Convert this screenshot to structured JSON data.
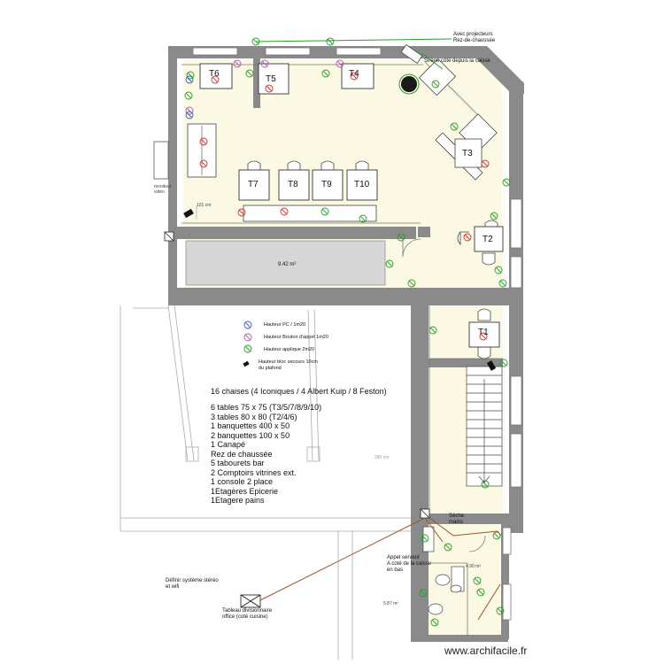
{
  "tables": {
    "T1": "T1",
    "T2": "T2",
    "T3": "T3",
    "T4": "T4",
    "T5": "T5",
    "T6": "T6",
    "T7": "T7",
    "T8": "T8",
    "T9": "T9",
    "T10": "T10"
  },
  "areas": {
    "storage": "9.42 m²",
    "restroom": "4.90 m²",
    "office": "5.87 m²"
  },
  "annotations": {
    "projectors_line1": "Avec projecteurs",
    "projectors_line2": "Rez-de-chaussée",
    "siren": "Sirène côté depuis la caisse",
    "monitor_line1": "moniteur",
    "monitor_line2": "vidéo",
    "dimension": "101 cm",
    "dim_vertical": "280 cm",
    "dryer_line1": "Sèche",
    "dryer_line2": "mains",
    "call_line1": "Appel serveur",
    "call_line2": "A coté de la caisse",
    "call_line3": "en bas",
    "stereo_line1": "Définir système stéréo",
    "stereo_line2": "et wifi",
    "panel_line1": "Tableau divisionnaire",
    "panel_line2": "office (coté cuisine)"
  },
  "legend": {
    "pc_height": "Hauteur PC / 1m20",
    "call_button_height": "Hauteur Bouton d'appel 1m20",
    "wall_light_height": "Hauteur applique 2m20",
    "emergency_line1": "Hauteur bloc secours 10cm",
    "emergency_line2": "du plafond"
  },
  "notes": {
    "chairs_line": "16 chaises (4 Iconiques / 4 Albert Kuip / 8 Feston)",
    "items": [
      "6 tables 75 x 75 (T3/5/7/8/9/10)",
      "3 tables 80 x 80 (T2/4/6)",
      "1 banquettes 400 x 50",
      "2 banquettes 100 x 50",
      "1 Canapé",
      "Rez de chaussée",
      "5 tabourets bar",
      "2 Comptoirs vitrines ext.",
      "1 console 2 place",
      "1Etagères Epicerie",
      "1Etagere pains",
      ""
    ]
  },
  "colors": {
    "floor": "#fbf9e4",
    "wall": "#8a8a8a",
    "outlet_green": "#2a9d2a",
    "outlet_red": "#cc3333",
    "outlet_purple": "#b05ab0",
    "outlet_blue": "#3a5bbf",
    "wiring_brown": "#a0522d"
  },
  "brand": "www.archifacile.fr"
}
